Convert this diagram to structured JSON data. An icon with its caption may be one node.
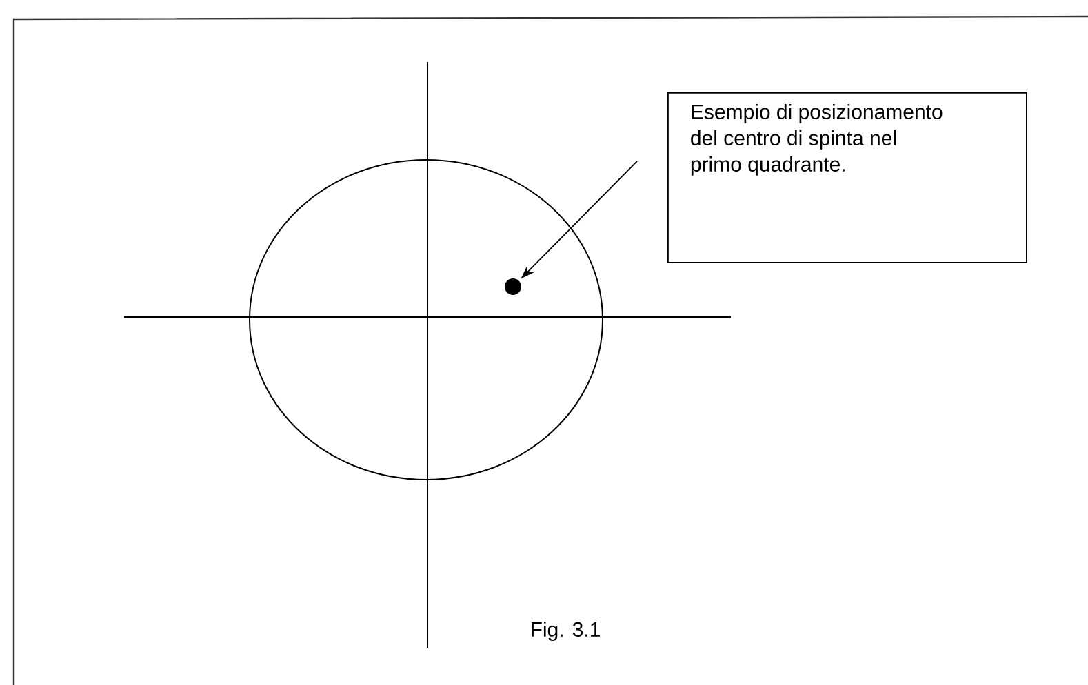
{
  "diagram": {
    "caption": "Fig. 3.1",
    "nodes": [
      {
        "text": [
          "Esempio di posizionamento del centro di spinta  nel primo quadrante."
        ]
      },
      {
        "text": [],
        "shape": "circle"
      }
    ],
    "edges": [
      {
        "from": 0,
        "to": 1,
        "arrow": "to"
      }
    ]
  }
}
